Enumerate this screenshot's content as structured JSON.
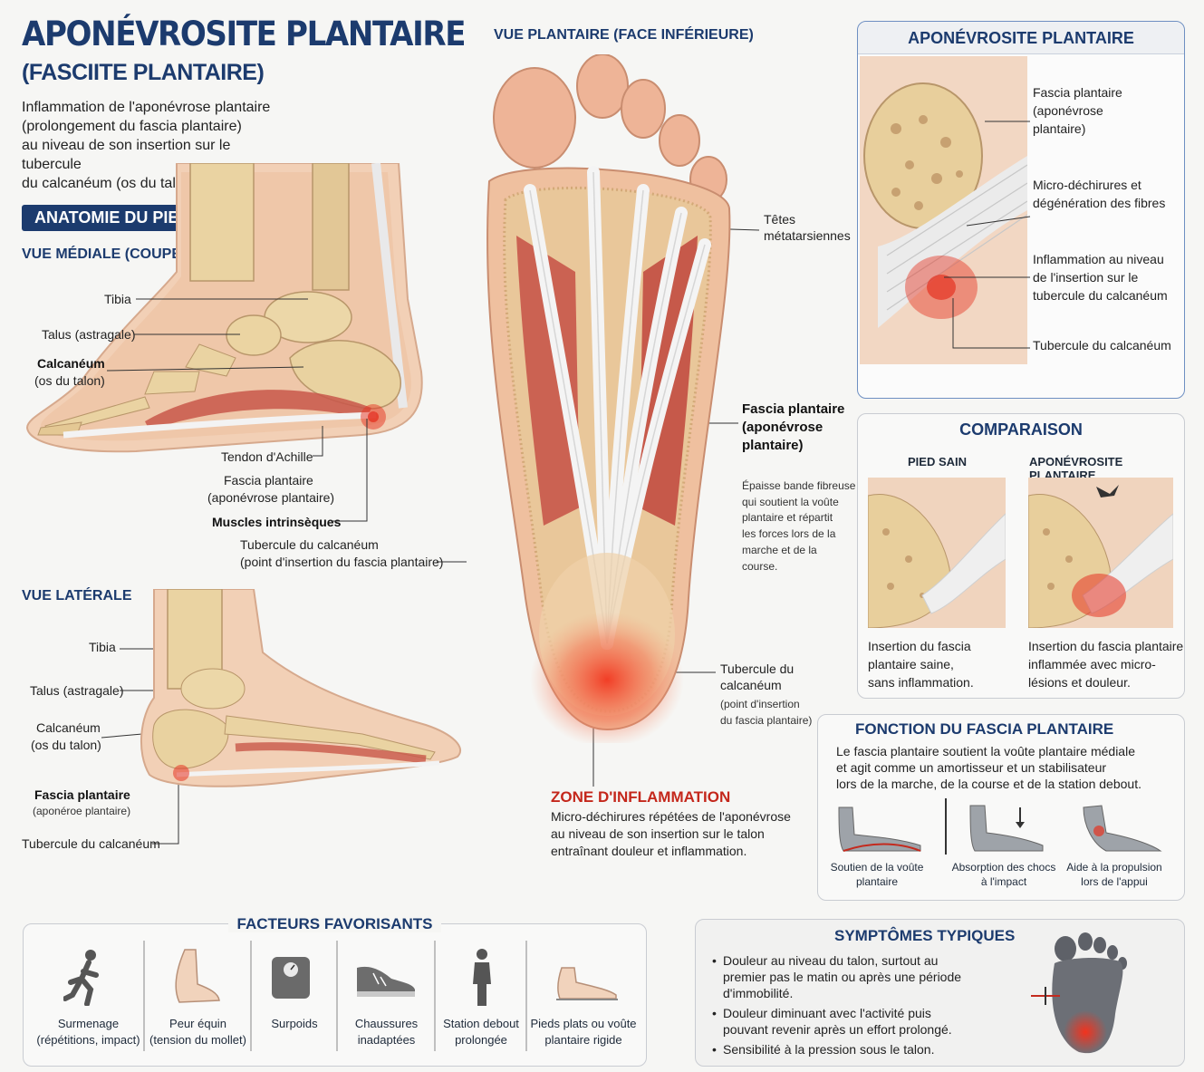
{
  "header": {
    "title": "APONÉVROSITE PLANTAIRE",
    "subtitle": "(FASCIITE PLANTAIRE)",
    "intro": [
      "Inflammation de l'aponévrose plantaire",
      "(prolongement du fascia plantaire)",
      "au niveau de son insertion sur le tubercule",
      "du calcanéum (os du talon)."
    ]
  },
  "anatomy": {
    "badge": "ANATOMIE DU PIED",
    "medial_title": "VUE MÉDIALE (COUPE SAGITTALE)",
    "medial_labels": {
      "tibia": "Tibia",
      "talus": "Talus (astragale)",
      "calcaneum": "Calcanéum",
      "calcaneum_sub": "(os du talon)",
      "achille": "Tendon d'Achille",
      "fascia": "Fascia plantaire",
      "fascia_sub": "(aponévrose plantaire)",
      "muscles": "Muscles intrinsèques",
      "tubercule": "Tubercule du calcanéum",
      "tubercule_sub": "(point d'insertion du fascia plantaire)"
    },
    "lateral_title": "VUE LATÉRALE",
    "lateral_labels": {
      "tibia": "Tibia",
      "talus": "Talus (astragale)",
      "calcaneum": "Calcanéum",
      "calcaneum_sub": "(os du talon)",
      "fascia": "Fascia plantaire",
      "fascia_sub": "(aponéroe plantaire)",
      "tubercule": "Tubercule du calcanéum"
    }
  },
  "plantar": {
    "title": "VUE PLANTAIRE (FACE INFÉRIEURE)",
    "tetes": [
      "Têtes",
      "métatarsiennes"
    ],
    "fascia": [
      "Fascia plantaire",
      "(aponévrose",
      "plantaire)"
    ],
    "fascia_desc": [
      "Épaisse bande fibreuse",
      "qui soutient la voûte",
      "plantaire et répartit",
      "les forces lors de la",
      "marche et de la",
      "course."
    ],
    "tubercule": [
      "Tubercule du",
      "calcanéum"
    ],
    "tubercule_sub": [
      "(point d'insertion",
      "du fascia plantaire)"
    ],
    "zone_title": "ZONE D'INFLAMMATION",
    "zone_desc": [
      "Micro-déchirures répétées de l'aponévrose",
      "au niveau de son insertion sur le talon",
      "entraînant douleur et inflammation."
    ]
  },
  "detail_panel": {
    "title": "APONÉVROSITE PLANTAIRE",
    "labels": [
      [
        "Fascia plantaire",
        "(aponévrose",
        "plantaire)"
      ],
      [
        "Micro-déchirures et",
        "dégénération des fibres"
      ],
      [
        "Inflammation au niveau",
        "de l'insertion sur le",
        "tubercule du calcanéum"
      ],
      [
        "Tubercule du calcanéum"
      ]
    ]
  },
  "comparison": {
    "title": "COMPARAISON",
    "healthy_title": "PIED SAIN",
    "healthy_desc": [
      "Insertion du fascia",
      "plantaire saine,",
      "sans inflammation."
    ],
    "sick_title": "APONÉVROSITE PLANTAIRE",
    "sick_desc": [
      "Insertion du fascia plantaire",
      "inflammée avec micro-",
      "lésions et douleur."
    ]
  },
  "function": {
    "title": "FONCTION DU FASCIA PLANTAIRE",
    "desc": [
      "Le fascia plantaire soutient la voûte plantaire médiale",
      "et agit comme un amortisseur et un stabilisateur",
      "lors de la marche, de la course et de la station debout."
    ],
    "items": [
      [
        "Soutien de la voûte",
        "plantaire"
      ],
      [
        "Absorption des chocs",
        "à l'impact"
      ],
      [
        "Aide à la propulsion",
        "lors de l'appui"
      ]
    ]
  },
  "factors": {
    "title": "FACTEURS FAVORISANTS",
    "items": [
      {
        "icon": "runner-icon",
        "label": [
          "Surmenage",
          "(répétitions, impact)"
        ]
      },
      {
        "icon": "foot-icon",
        "label": [
          "Peur équin",
          "(tension du mollet)"
        ]
      },
      {
        "icon": "scale-icon",
        "label": [
          "Surpoids",
          ""
        ]
      },
      {
        "icon": "shoe-icon",
        "label": [
          "Chaussures",
          "inadaptées"
        ]
      },
      {
        "icon": "standing-person-icon",
        "label": [
          "Station debout",
          "prolongée"
        ]
      },
      {
        "icon": "flat-foot-icon",
        "label": [
          "Pieds plats ou voûte",
          "plantaire rigide"
        ]
      }
    ]
  },
  "symptoms": {
    "title": "SYMPTÔMES TYPIQUES",
    "items": [
      [
        "Douleur au niveau du talon, surtout au",
        "premier pas le matin ou après une période",
        "d'immobilité."
      ],
      [
        "Douleur diminuant avec l'activité puis",
        "pouvant revenir après un effort prolongé."
      ],
      [
        "Sensibilité à la pression sous le talon."
      ]
    ]
  },
  "colors": {
    "navy": "#1c3b6e",
    "inflammation": "#e53322",
    "bone": "#e9d3a4",
    "muscle": "#c8574a",
    "fascia": "#f2f2f2",
    "skin": "#f0c4a8"
  }
}
